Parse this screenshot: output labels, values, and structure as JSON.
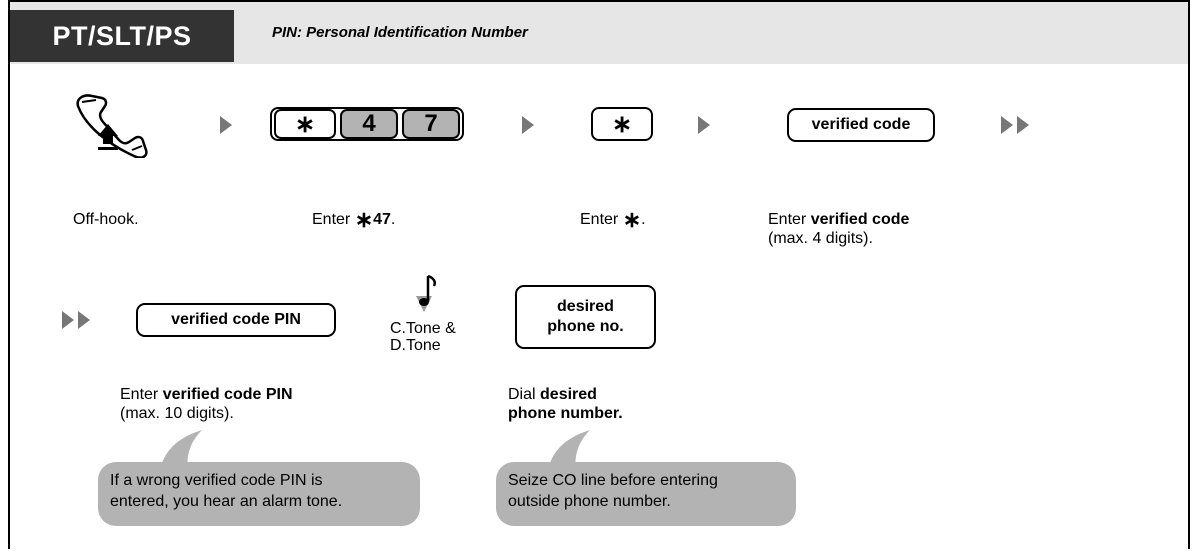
{
  "header": {
    "tab_label": "PT/SLT/PS",
    "subtitle": "PIN: Personal Identification Number"
  },
  "steps": {
    "offhook": {
      "caption": "Off-hook.",
      "icon": "handset-offhook-icon"
    },
    "enter47": {
      "keys": [
        "∗",
        "4",
        "7"
      ],
      "caption_prefix": "Enter ",
      "caption_star": "∗",
      "caption_bold": "47",
      "caption_suffix": "."
    },
    "enterstar": {
      "key": "∗",
      "caption_prefix": "Enter ",
      "caption_star": "∗",
      "caption_suffix": "."
    },
    "verified_code": {
      "pill": "verified code",
      "caption_prefix": "Enter ",
      "caption_bold": "verified code",
      "caption_line2": "(max. 4 digits)."
    },
    "verified_pin": {
      "pill": "verified code PIN",
      "caption_prefix": "Enter ",
      "caption_bold": "verified code PIN",
      "caption_line2": "(max. 10 digits)."
    },
    "tone": {
      "line1": "C.Tone &",
      "line2": "D.Tone",
      "icon": "music-note-icon"
    },
    "desired_phone": {
      "pill_line1": "desired",
      "pill_line2": "phone no.",
      "caption_prefix": "Dial ",
      "caption_bold1": "desired",
      "caption_bold2": "phone number."
    }
  },
  "bubbles": {
    "wrong_pin": {
      "line1": "If a wrong verified code PIN is",
      "line2": "entered, you hear an alarm tone."
    },
    "seize_co": {
      "line1": "Seize CO line before entering",
      "line2": "outside phone number."
    }
  },
  "colors": {
    "header_tab": "#333333",
    "header_bar": "#e6e6e6",
    "key_gray": "#b3b3b3",
    "bubble": "#b3b3b3",
    "arrow": "#777777"
  }
}
